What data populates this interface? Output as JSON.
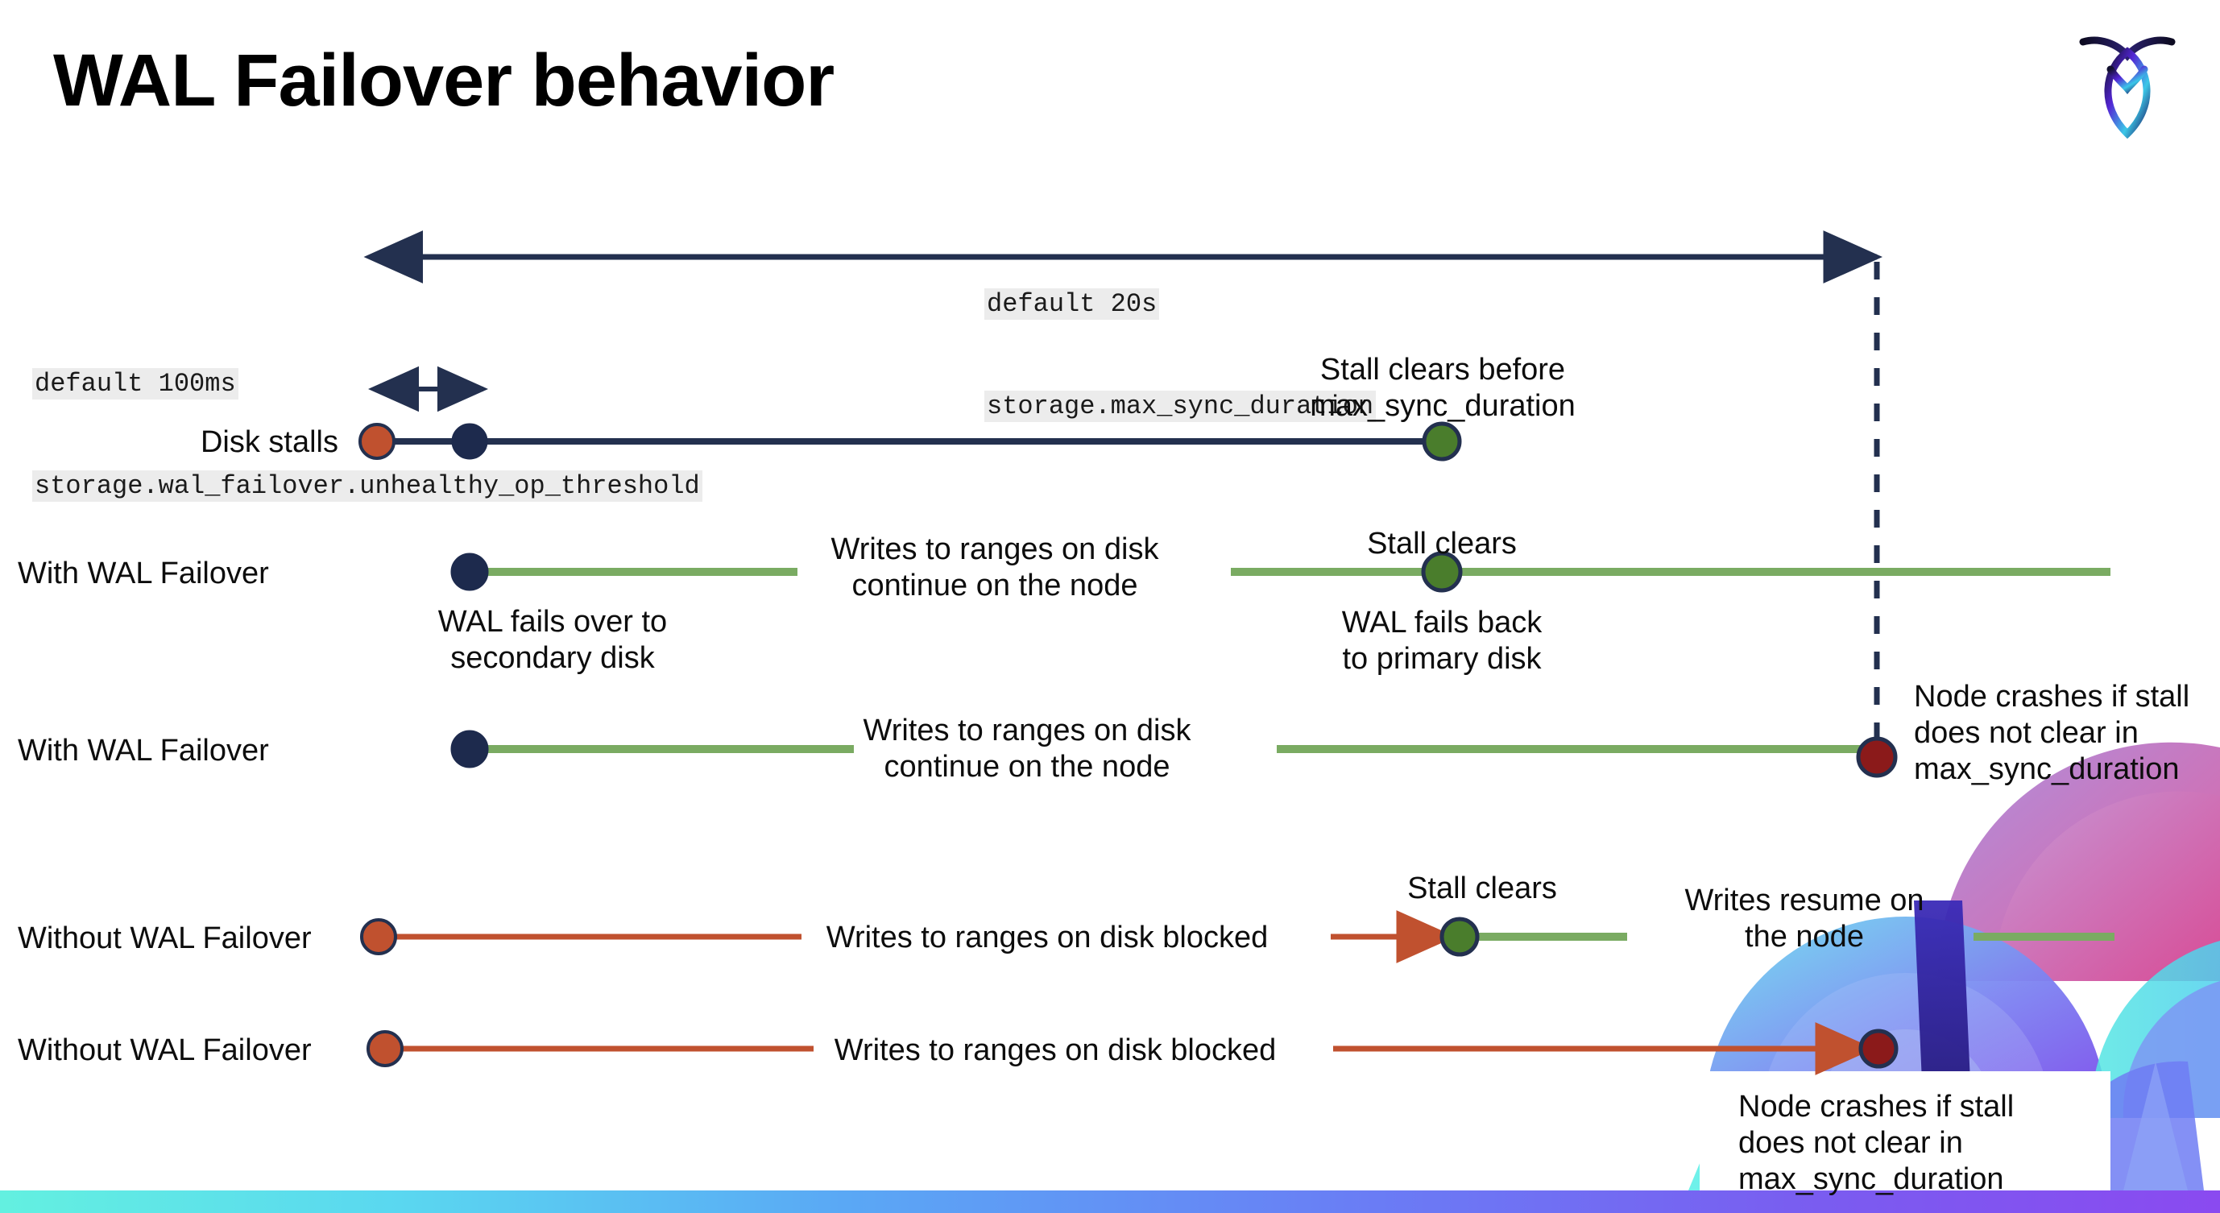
{
  "slide": {
    "title": "WAL Failover behavior",
    "logo_name": "cockroachdb-logo"
  },
  "annotations": {
    "max_sync": {
      "default": "default 20s",
      "setting": "storage.max_sync_duration"
    },
    "unhealthy": {
      "default": "default 100ms",
      "setting": "storage.wal_failover.unhealthy_op_threshold"
    }
  },
  "rows": [
    {
      "name": "disk-stalls",
      "label": "Disk stalls",
      "notes": [
        "Stall clears before\nmax_sync_duration"
      ]
    },
    {
      "name": "with-wal-failover-clears",
      "label": "With WAL Failover",
      "notes": [
        "Writes to ranges on disk\ncontinue on the node",
        "Stall clears",
        "WAL fails over to\nsecondary disk",
        "WAL fails  back\nto primary disk"
      ]
    },
    {
      "name": "with-wal-failover-crash",
      "label": "With WAL Failover",
      "notes": [
        "Writes to ranges on disk\ncontinue on the node",
        "Node crashes if stall\ndoes not clear in\nmax_sync_duration"
      ]
    },
    {
      "name": "without-wal-failover-clears",
      "label": "Without WAL Failover",
      "notes": [
        "Writes to ranges on disk  blocked",
        "Stall clears",
        "Writes resume on\nthe node"
      ]
    },
    {
      "name": "without-wal-failover-crash",
      "label": "Without WAL Failover",
      "notes": [
        "Writes to ranges on disk  blocked",
        "Node crashes if stall\ndoes not clear in\nmax_sync_duration"
      ]
    }
  ],
  "colors": {
    "navy": "#23304f",
    "green_line": "#7aab62",
    "green_dot": "#4a7d2c",
    "orange": "#c0512f",
    "dark_red": "#8b1a1a",
    "code_bg": "#ececec"
  }
}
